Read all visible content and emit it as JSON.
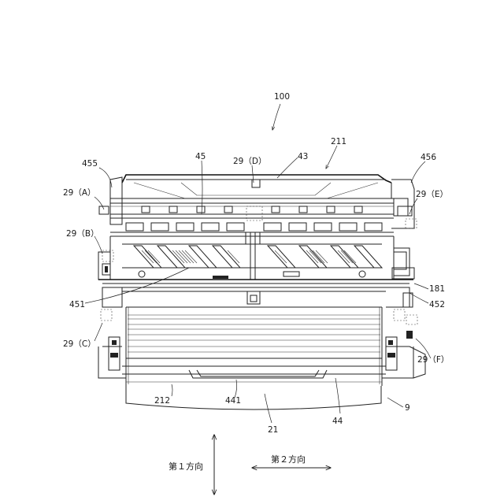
{
  "figure": {
    "labels": {
      "assembly": "100",
      "unit_top": "211",
      "cover": "43",
      "frame": "45",
      "sensor_d": "29（D）",
      "left_top": "455",
      "right_top": "456",
      "sensor_a": "29（A）",
      "sensor_e": "29（E）",
      "sensor_b": "29（B）",
      "right_mid": "181",
      "left_low": "451",
      "right_low": "452",
      "sensor_c": "29（C）",
      "sensor_f": "29（F）",
      "bottom_bar": "441",
      "unit_left": "212",
      "unit_bottom": "21",
      "tray": "44",
      "base": "9"
    },
    "directions": {
      "first": "第１方向",
      "second": "第２方向"
    }
  }
}
